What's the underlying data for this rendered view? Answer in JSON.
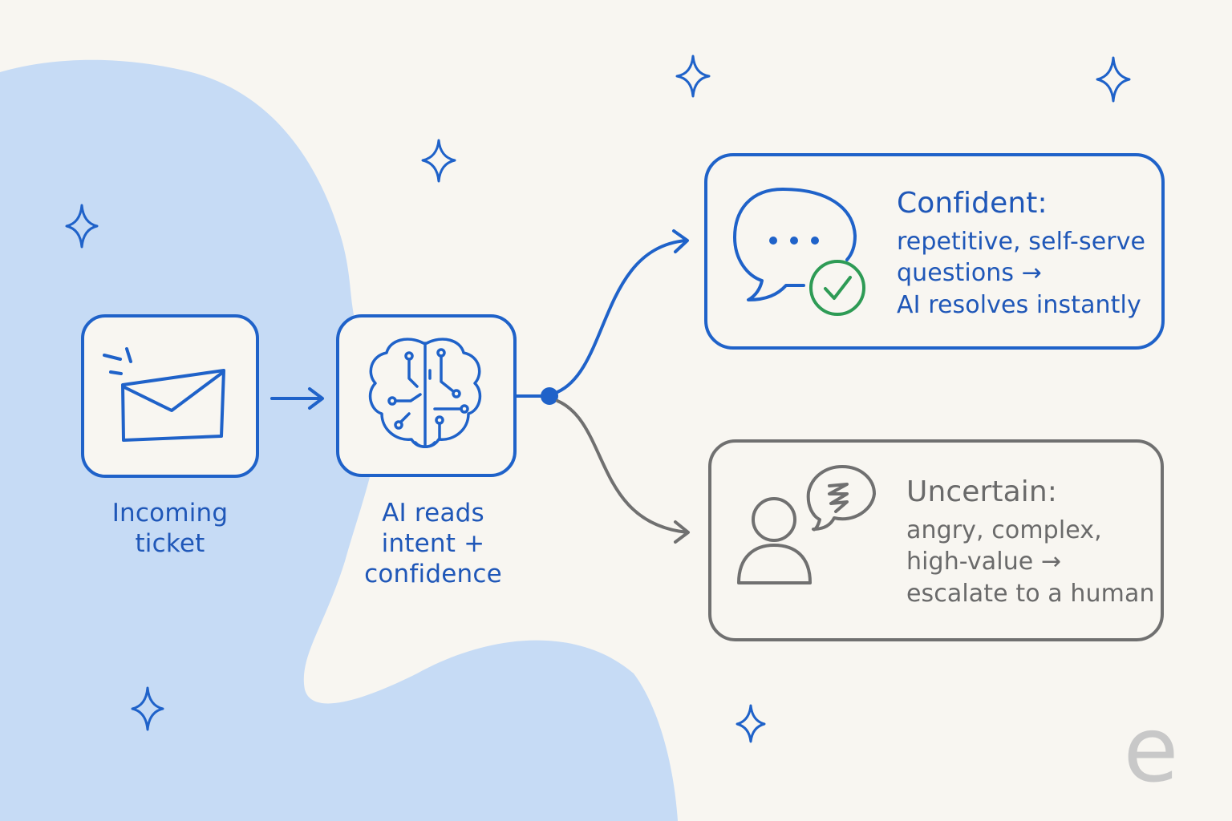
{
  "colors": {
    "background": "#f8f6f1",
    "blob": "#c6dbf5",
    "blue": "#1f62c9",
    "gray": "#707070",
    "green": "#2e9b55"
  },
  "diagram": {
    "incoming": {
      "line1": "Incoming",
      "line2": "ticket",
      "icon": "envelope-icon"
    },
    "ai": {
      "line1": "AI reads",
      "line2": "intent +",
      "line3": "confidence",
      "icon": "brain-circuit-icon"
    },
    "confident": {
      "title": "Confident:",
      "line1": "repetitive, self-serve",
      "line2": "questions →",
      "line3": "AI resolves instantly",
      "icon": "chat-check-icon"
    },
    "uncertain": {
      "title": "Uncertain:",
      "line1": "angry, complex,",
      "line2": "high-value →",
      "line3": "escalate to a human",
      "icon": "person-frustrated-speech-icon"
    }
  },
  "branding": {
    "mark": "e"
  }
}
